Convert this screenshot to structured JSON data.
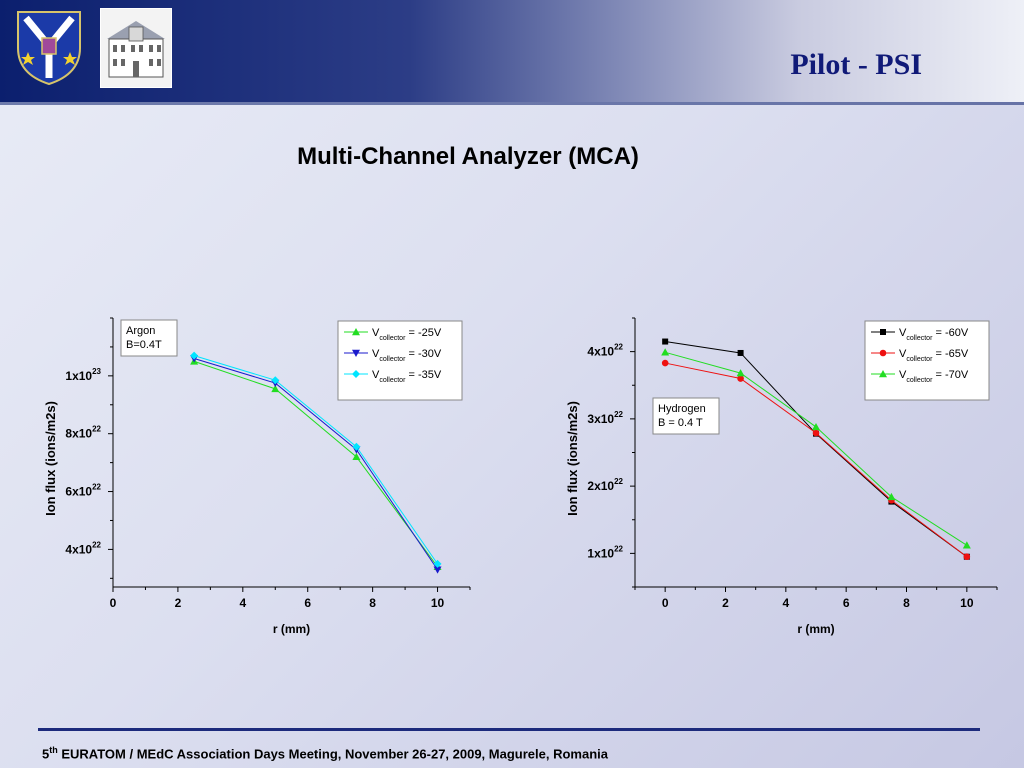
{
  "header": {
    "title": "Pilot - PSI"
  },
  "slide": {
    "title": "Multi-Channel Analyzer (MCA)"
  },
  "footer": {
    "ordinal": "5",
    "ordinal_suffix": "th",
    "text": " EURATOM / MEdC Association Days Meeting, November 26-27, 2009, Magurele, Romania"
  },
  "colors": {
    "header_dark": "#0b1f6e",
    "title_text": "#101a78"
  },
  "chart_data": [
    {
      "type": "line",
      "xlabel": "r (mm)",
      "ylabel": "Ion flux  (ions/m2s)",
      "xlim": [
        0,
        11
      ],
      "ylim": [
        2.7e+22,
        1.2e+23
      ],
      "x_ticks": [
        0,
        2,
        4,
        6,
        8,
        10
      ],
      "y_ticks": [
        {
          "value": 4e+22,
          "mant": "4x10",
          "exp": "22"
        },
        {
          "value": 6e+22,
          "mant": "6x10",
          "exp": "22"
        },
        {
          "value": 8e+22,
          "mant": "8x10",
          "exp": "22"
        },
        {
          "value": 1e+23,
          "mant": "1x10",
          "exp": "23"
        }
      ],
      "annotation": [
        "Argon",
        "B=0.4T"
      ],
      "legend_position": "top-right",
      "series": [
        {
          "name": "Vcollector = -25V",
          "label_pre": "V",
          "label_sub": "collector",
          "label_post": " = -25V",
          "color": "#22dd22",
          "marker": "triangle-up",
          "x": [
            2.5,
            5,
            7.5,
            10
          ],
          "y": [
            1.05e+23,
            9.55e+22,
            7.2e+22,
            3.4e+22
          ]
        },
        {
          "name": "Vcollector = -30V",
          "label_pre": "V",
          "label_sub": "collector",
          "label_post": " = -30V",
          "color": "#1a1acc",
          "marker": "triangle-down",
          "x": [
            2.5,
            5,
            7.5,
            10
          ],
          "y": [
            1.06e+23,
            9.75e+22,
            7.45e+22,
            3.3e+22
          ]
        },
        {
          "name": "Vcollector = -35V",
          "label_pre": "V",
          "label_sub": "collector",
          "label_post": " = -35V",
          "color": "#00e5ff",
          "marker": "diamond",
          "x": [
            2.5,
            5,
            7.5,
            10
          ],
          "y": [
            1.07e+23,
            9.85e+22,
            7.55e+22,
            3.5e+22
          ]
        }
      ]
    },
    {
      "type": "line",
      "xlabel": "r (mm)",
      "ylabel": "Ion flux  (ions/m2s)",
      "xlim": [
        -1,
        11
      ],
      "ylim": [
        5e+21,
        4.5e+22
      ],
      "x_ticks": [
        0,
        2,
        4,
        6,
        8,
        10
      ],
      "y_ticks": [
        {
          "value": 1e+22,
          "mant": "1x10",
          "exp": "22"
        },
        {
          "value": 2e+22,
          "mant": "2x10",
          "exp": "22"
        },
        {
          "value": 3e+22,
          "mant": "3x10",
          "exp": "22"
        },
        {
          "value": 4e+22,
          "mant": "4x10",
          "exp": "22"
        }
      ],
      "annotation": [
        "Hydrogen",
        "B = 0.4 T"
      ],
      "legend_position": "top-right",
      "series": [
        {
          "name": "Vcollector = -60V",
          "label_pre": "V",
          "label_sub": "collector",
          "label_post": " = -60V",
          "color": "#000000",
          "marker": "square",
          "x": [
            0,
            2.5,
            5,
            7.5,
            10
          ],
          "y": [
            4.15e+22,
            3.98e+22,
            2.78e+22,
            1.77e+22,
            9.5e+21
          ]
        },
        {
          "name": "Vcollector = -65V",
          "label_pre": "V",
          "label_sub": "collector",
          "label_post": " = -65V",
          "color": "#ee1111",
          "marker": "circle",
          "x": [
            0,
            2.5,
            5,
            7.5,
            10
          ],
          "y": [
            3.83e+22,
            3.6e+22,
            2.79e+22,
            1.79e+22,
            9.5e+21
          ]
        },
        {
          "name": "Vcollector = -70V",
          "label_pre": "V",
          "label_sub": "collector",
          "label_post": " = -70V",
          "color": "#22dd22",
          "marker": "triangle-up",
          "x": [
            0,
            2.5,
            5,
            7.5,
            10
          ],
          "y": [
            3.99e+22,
            3.68e+22,
            2.88e+22,
            1.84e+22,
            1.12e+22
          ]
        }
      ]
    }
  ]
}
